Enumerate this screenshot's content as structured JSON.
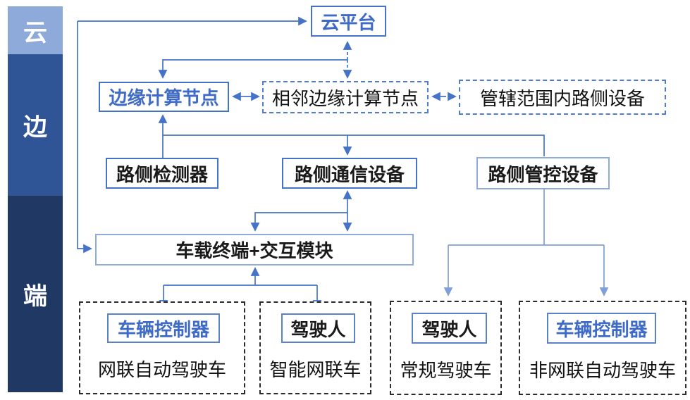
{
  "sidebar": {
    "items": [
      {
        "id": "cloud",
        "label": "云",
        "color": "#8EAADB"
      },
      {
        "id": "edge",
        "label": "边",
        "color": "#2F5597"
      },
      {
        "id": "end",
        "label": "端",
        "color": "#1F3864"
      }
    ]
  },
  "nodes": {
    "cloud_platform": "云平台",
    "edge_compute_node": "边缘计算节点",
    "adjacent_edge_node": "相邻边缘计算节点",
    "jurisdiction_roadside_devices": "管辖范围内路侧设备",
    "roadside_detector": "路侧检测器",
    "roadside_comm_device": "路侧通信设备",
    "roadside_control_device": "路侧管控设备",
    "onboard_terminal": "车载终端+交互模块"
  },
  "vehicle_groups": [
    {
      "inner": "车辆控制器",
      "label": "网联自动驾驶车",
      "inner_text_color": "blue"
    },
    {
      "inner": "驾驶人",
      "label": "智能网联车",
      "inner_text_color": "black"
    },
    {
      "inner": "驾驶人",
      "label": "常规驾驶车",
      "inner_text_color": "black"
    },
    {
      "inner": "车辆控制器",
      "label": "非网联自动驾驶车",
      "inner_text_color": "blue"
    }
  ],
  "colors": {
    "connector_blue": "#4573C7",
    "connector_light_blue": "#7F9FD8",
    "solid_border_blue": "#4573C7",
    "light_border_blue": "#8FAADC",
    "dashed_border_blue": "#4F7BD0",
    "dashed_border_black": "#2B2B2B",
    "accent_text_blue": "#3F6BC8",
    "sidebar_cloud": "#8EAADB",
    "sidebar_edge": "#2F5597",
    "sidebar_end": "#1F3864"
  }
}
